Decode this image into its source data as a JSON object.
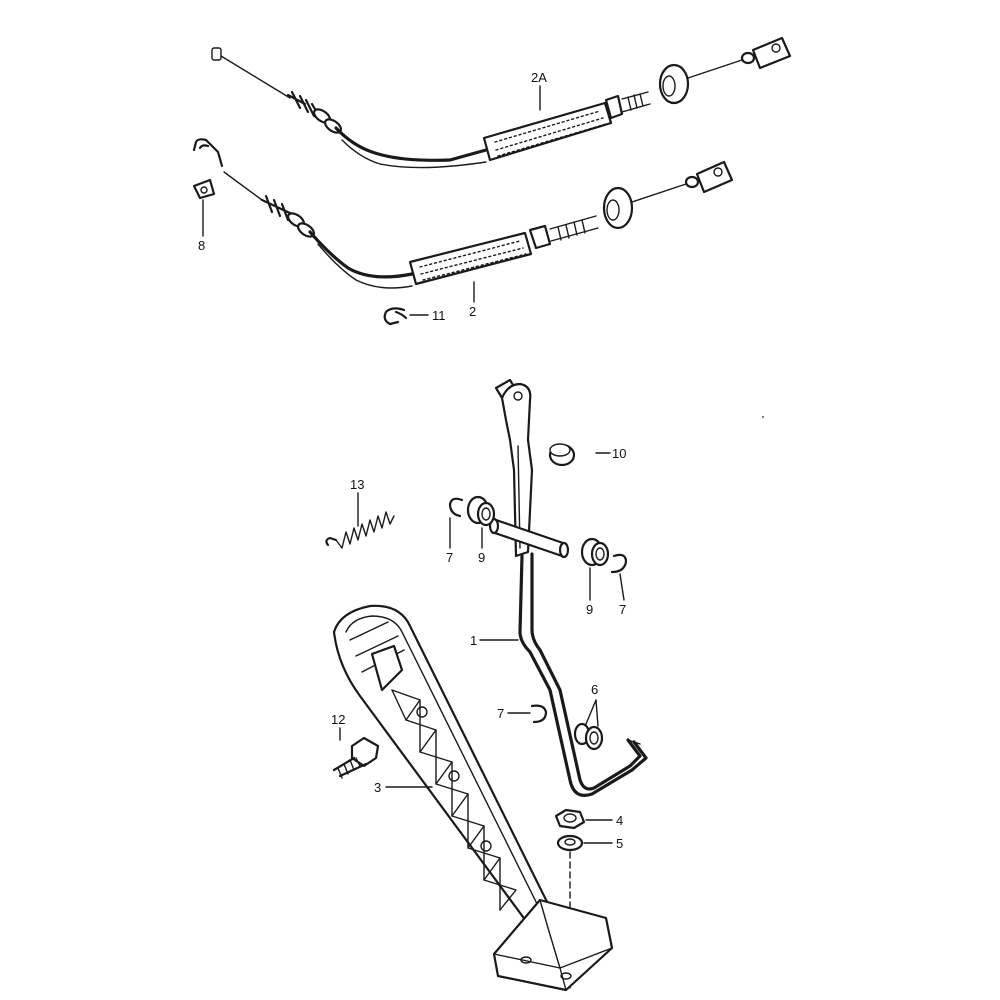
{
  "labels": {
    "cable_2a": "2A",
    "cable_2": "2",
    "bracket_8": "8",
    "clip_11": "11",
    "pedal_lever_1": "1",
    "pedal_3": "3",
    "bolt_12": "12",
    "spring_13": "13",
    "clip_7_left": "7",
    "bushing_9_left": "9",
    "bushing_9_right": "9",
    "clip_7_right": "7",
    "cap_10": "10",
    "clip_7_lower": "7",
    "bushings_6": "6",
    "nut_4": "4",
    "washer_5": "5"
  }
}
